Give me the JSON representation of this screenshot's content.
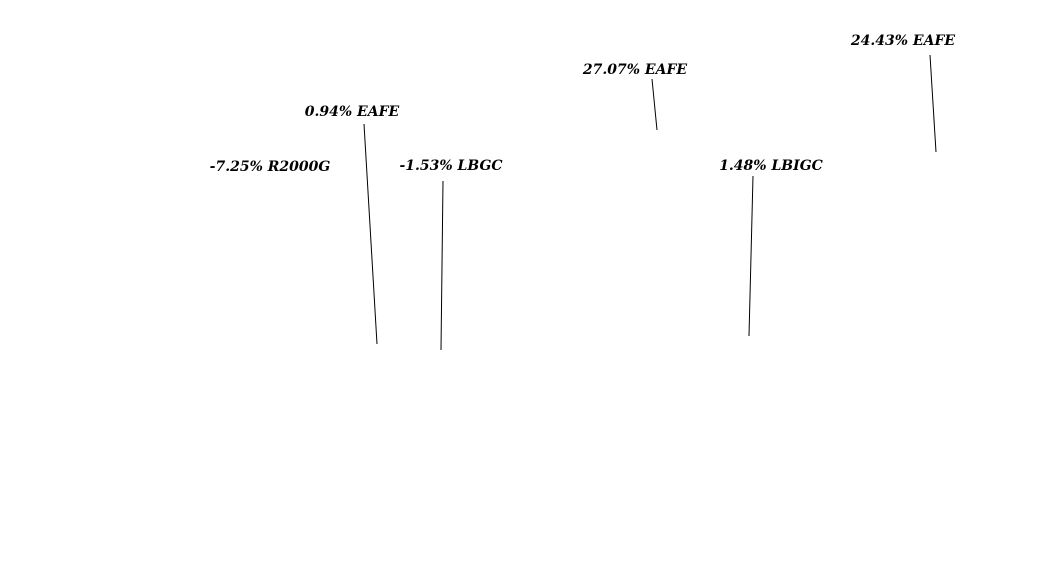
{
  "chart_data": {
    "type": "annotations",
    "title": "",
    "xlabel": "",
    "ylabel": "",
    "grid": false,
    "annotations": [
      {
        "label": "-7.25% R2000G",
        "value_pct": -7.25,
        "index": "R2000G"
      },
      {
        "label": "0.94% EAFE",
        "value_pct": 0.94,
        "index": "EAFE"
      },
      {
        "label": "-1.53% LBGC",
        "value_pct": -1.53,
        "index": "LBGC"
      },
      {
        "label": "27.07% EAFE",
        "value_pct": 27.07,
        "index": "EAFE"
      },
      {
        "label": "1.48% LBIGC",
        "value_pct": 1.48,
        "index": "LBIGC"
      },
      {
        "label": "24.43% EAFE",
        "value_pct": 24.43,
        "index": "EAFE"
      }
    ]
  }
}
